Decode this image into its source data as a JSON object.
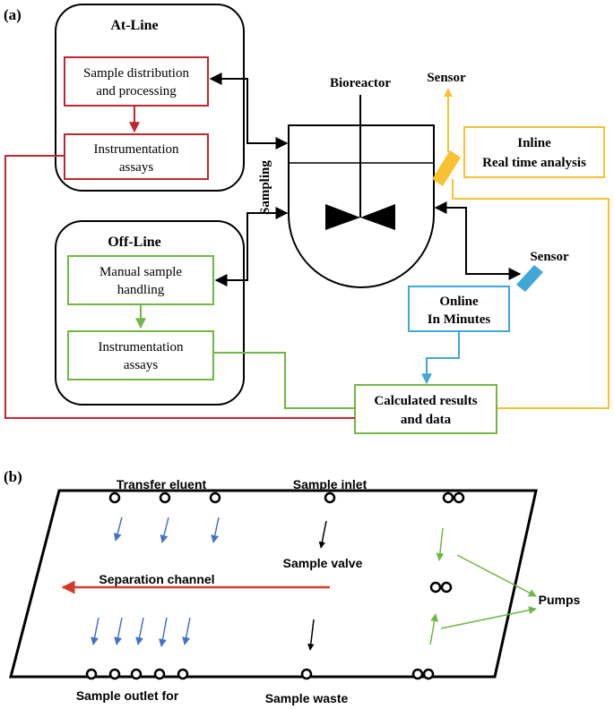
{
  "panel_a": {
    "tag": "(a)",
    "atline": {
      "title": "At-Line",
      "box1": [
        "Sample distribution",
        "and processing"
      ],
      "box2": [
        "Instrumentation",
        "assays"
      ]
    },
    "offline": {
      "title": "Off-Line",
      "box1": [
        "Manual sample",
        "handling"
      ],
      "box2": [
        "Instrumentation",
        "assays"
      ]
    },
    "bioreactor": "Bioreactor",
    "sampling": "Sampling",
    "sensor_top": "Sensor",
    "sensor_right": "Sensor",
    "inline": [
      "Inline",
      "Real time analysis"
    ],
    "online": [
      "Online",
      "In Minutes"
    ],
    "results": [
      "Calculated results",
      "and data"
    ]
  },
  "panel_b": {
    "tag": "(b)",
    "transfer_eluent": "Transfer eluent",
    "sample_inlet": "Sample inlet",
    "sample_valve": "Sample valve",
    "separation_channel": "Separation channel",
    "pumps": "Pumps",
    "sample_outlet": "Sample outlet for",
    "sample_waste": "Sample waste"
  },
  "colors": {
    "atline": "#c0262d",
    "offline": "#70b843",
    "inline": "#f6c231",
    "online": "#41a7d9",
    "arrow_blue": "#4472c4",
    "channel_red": "#d13b2f"
  }
}
